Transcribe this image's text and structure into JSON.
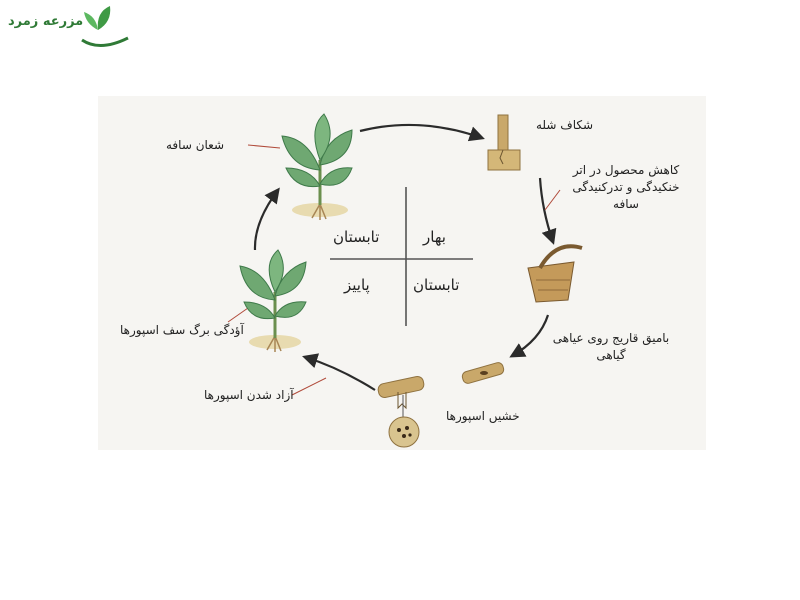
{
  "logo": {
    "text": "مزرعه زمرد"
  },
  "seasons": {
    "top_right": "بهار",
    "top_left": "تابستان",
    "bottom_right": "تابستان",
    "bottom_left": "پاییز"
  },
  "stages": {
    "stem_rot": "شعان سافه",
    "stem_crack": "شکاف شله",
    "yield_loss_line1": "کاهش محصول در اتر",
    "yield_loss_line2": "خنکیدگی و تدرکنیدگی",
    "yield_loss_line3": "سافه",
    "residue_line1": "بامیق قاریج روی عیاهی",
    "residue_line2": "گیاهی",
    "spore_dry": "خشیں اسپورها",
    "spore_release": "آزاد شدن اسپورها",
    "leaf_infection": "آؤدگی برگ سف اسپورها"
  },
  "colors": {
    "leaf": "#6fa872",
    "leaf_dark": "#3f7a4a",
    "stem": "#c9a86a",
    "arrow": "#2b2b2b",
    "leader": "#b04a3a"
  }
}
